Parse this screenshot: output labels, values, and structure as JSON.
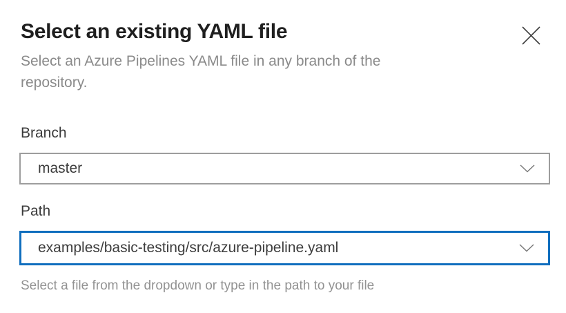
{
  "dialog": {
    "title": "Select an existing YAML file",
    "subtitle": "Select an Azure Pipelines YAML file in any branch of the repository.",
    "branch_field": {
      "label": "Branch",
      "value": "master",
      "icon": "chevron-down"
    },
    "path_field": {
      "label": "Path",
      "value": "examples/basic-testing/src/azure-pipeline.yaml",
      "icon": "chevron-down",
      "helper": "Select a file from the dropdown or type in the path to your file"
    },
    "icons": {
      "close": "✕",
      "chevron_down": "⌄"
    },
    "colors": {
      "focus_border": "#106ebe",
      "default_border": "#9d9d9d",
      "title_text": "#1f1f1f",
      "muted_text": "#8a8a8a"
    }
  }
}
